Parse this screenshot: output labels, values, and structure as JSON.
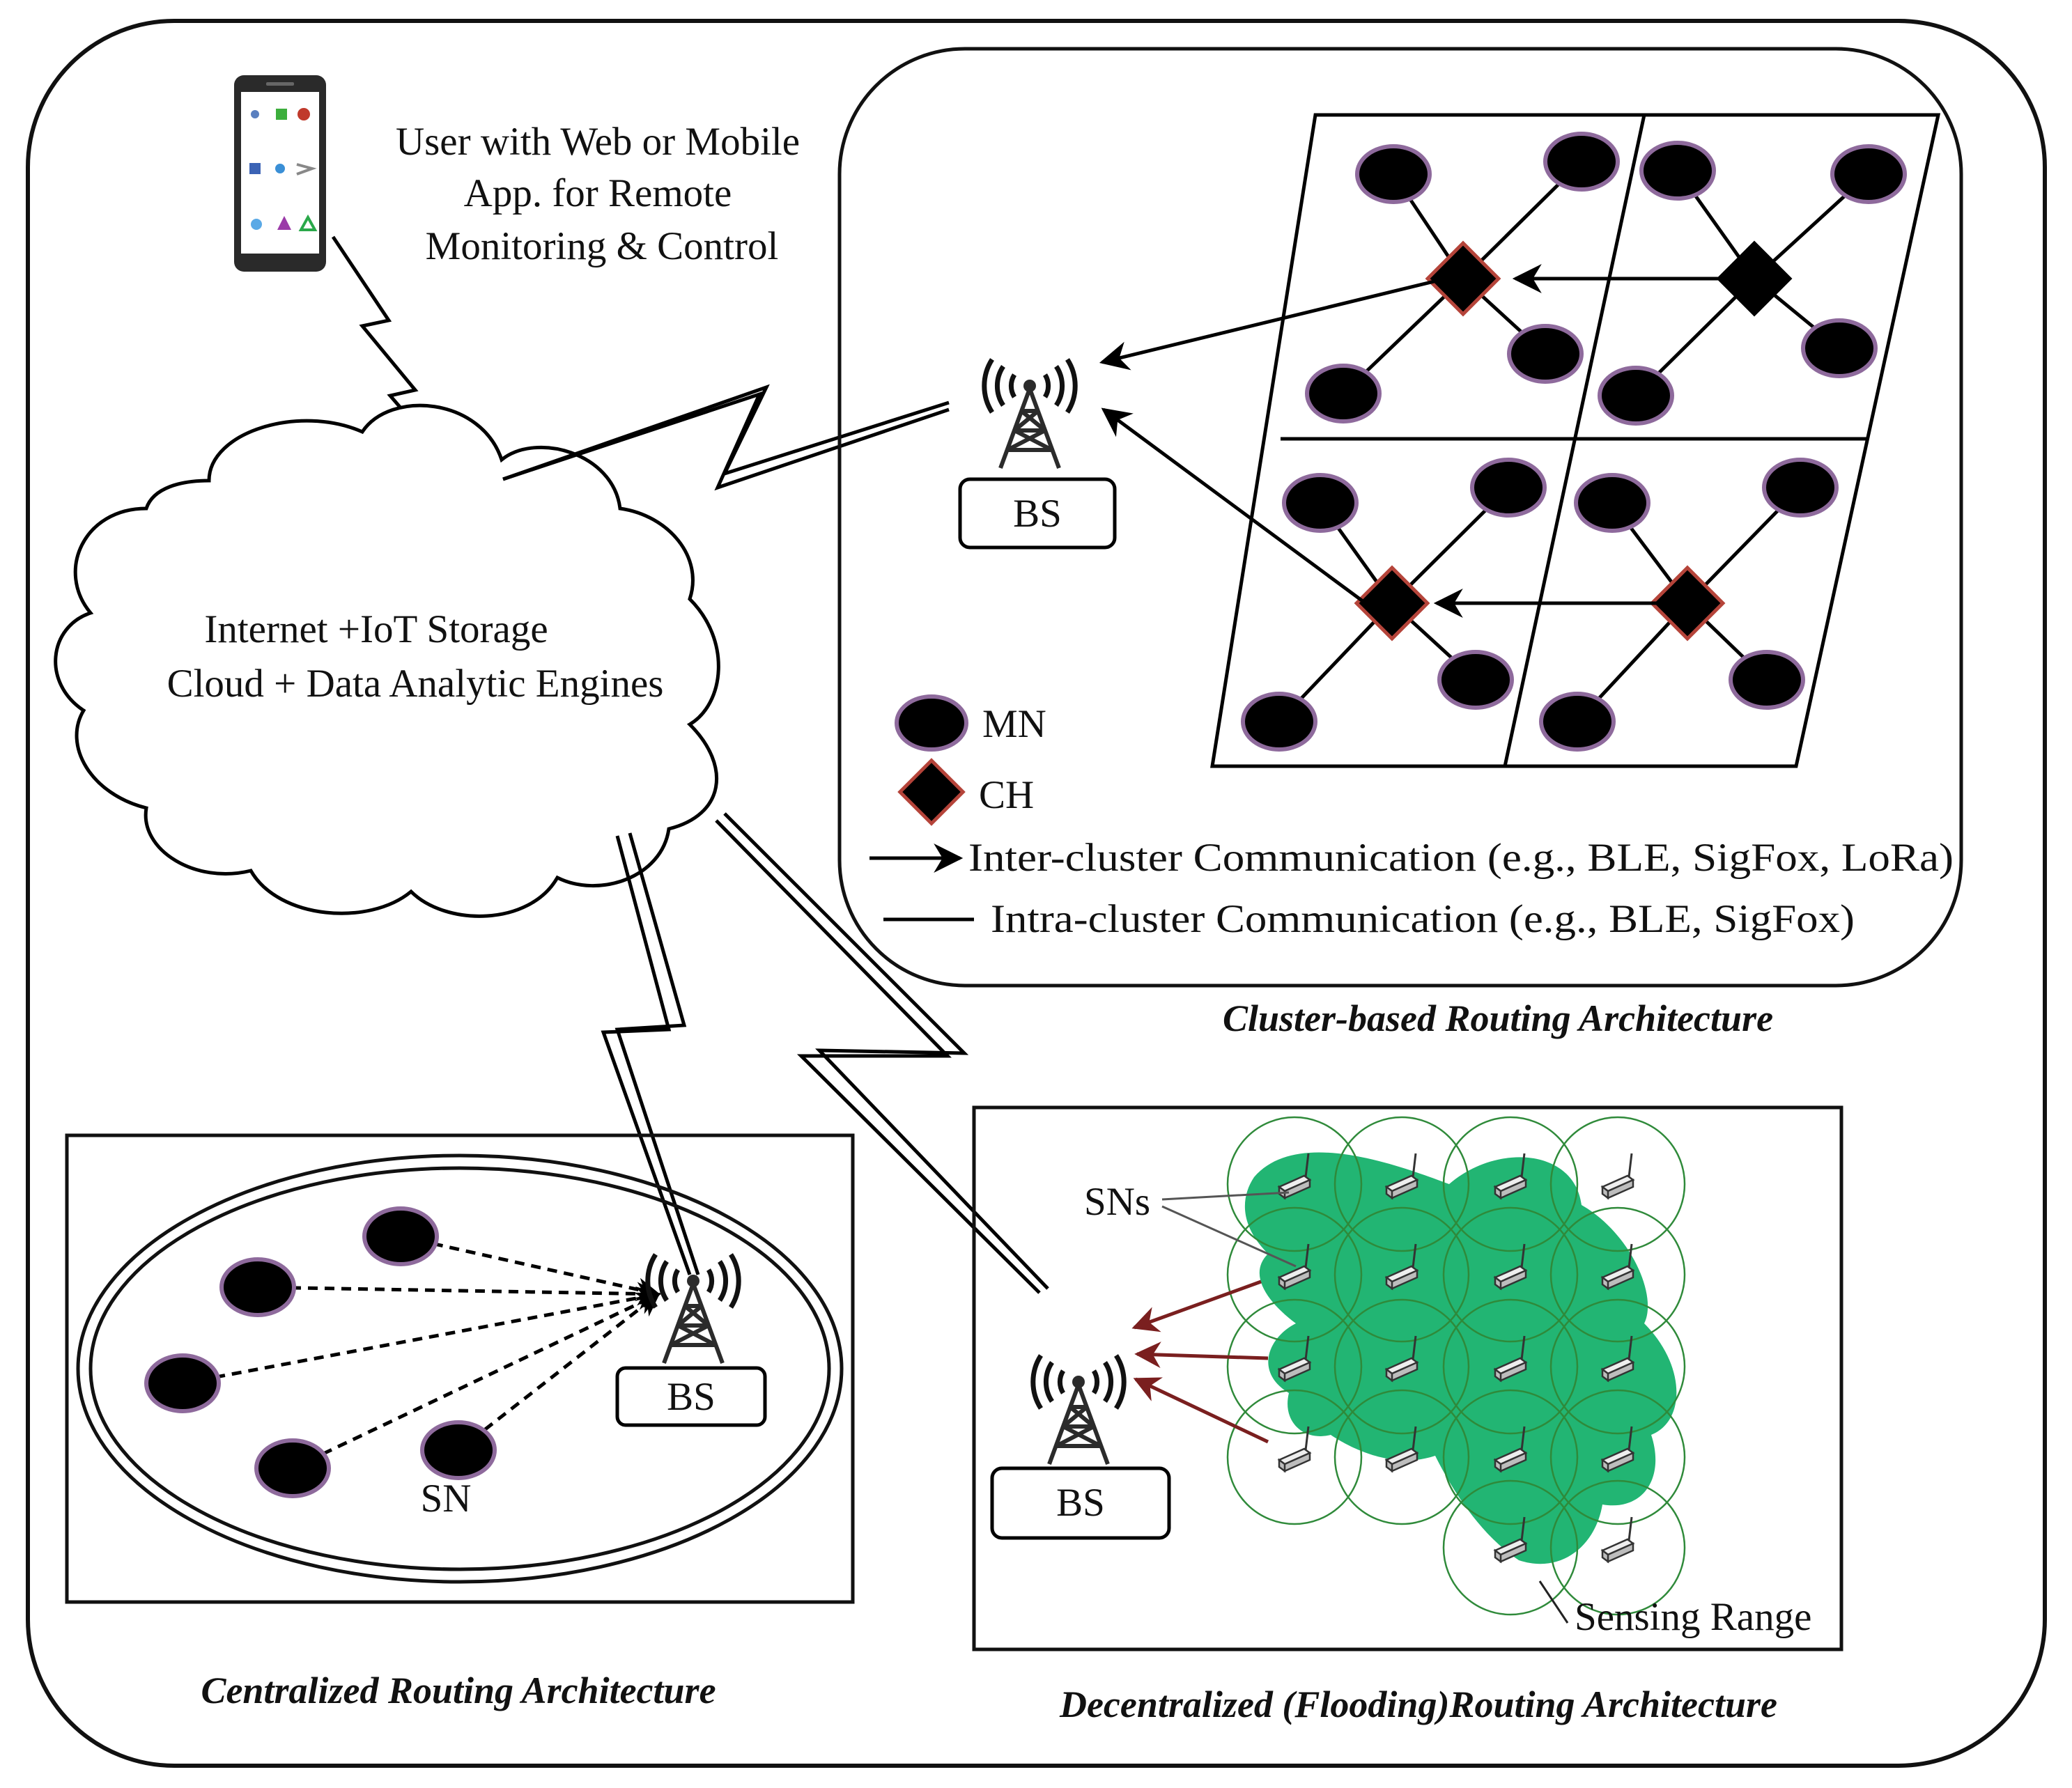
{
  "user": {
    "label_lines": [
      "User with Web or Mobile",
      "App. for Remote",
      "Monitoring & Control"
    ]
  },
  "cloud": {
    "label_lines": [
      "Internet +IoT Storage",
      "Cloud + Data Analytic Engines"
    ]
  },
  "cluster": {
    "title": "Cluster-based Routing Architecture",
    "bs_label": "BS",
    "legend": {
      "mn": "MN",
      "ch": "CH",
      "inter": "Inter-cluster Communication  (e.g., BLE, SigFox, LoRa)",
      "intra": "Intra-cluster Communication (e.g., BLE, SigFox)"
    }
  },
  "centralized": {
    "title": "Centralized Routing Architecture",
    "bs_label": "BS",
    "sn_label": "SN"
  },
  "decentralized": {
    "title": "Decentralized (Flooding)Routing Architecture",
    "bs_label": "BS",
    "sns_label": "SNs",
    "sensing_label": "Sensing Range"
  },
  "colors": {
    "node_fill": "#000000",
    "node_stroke": "#8e6a9c",
    "ch_stroke": "#b5443a",
    "flood_arrow": "#7a1f1f",
    "sensing_circle": "#2f8a3a",
    "flood_area": "#22b573",
    "tower": "#4a3a5a"
  }
}
